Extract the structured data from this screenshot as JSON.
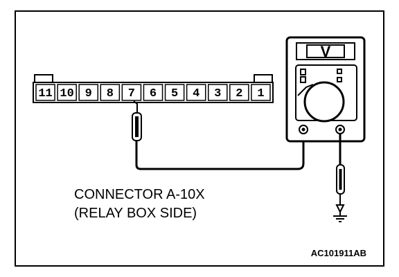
{
  "connector": {
    "pins": [
      "11",
      "10",
      "9",
      "8",
      "7",
      "6",
      "5",
      "4",
      "3",
      "2",
      "1"
    ],
    "probed_pin": "7"
  },
  "caption": {
    "line1": "CONNECTOR A-10X",
    "line2": "(RELAY BOX SIDE)"
  },
  "meter": {
    "mode_symbol": "V"
  },
  "figure_id": "AC101911AB"
}
